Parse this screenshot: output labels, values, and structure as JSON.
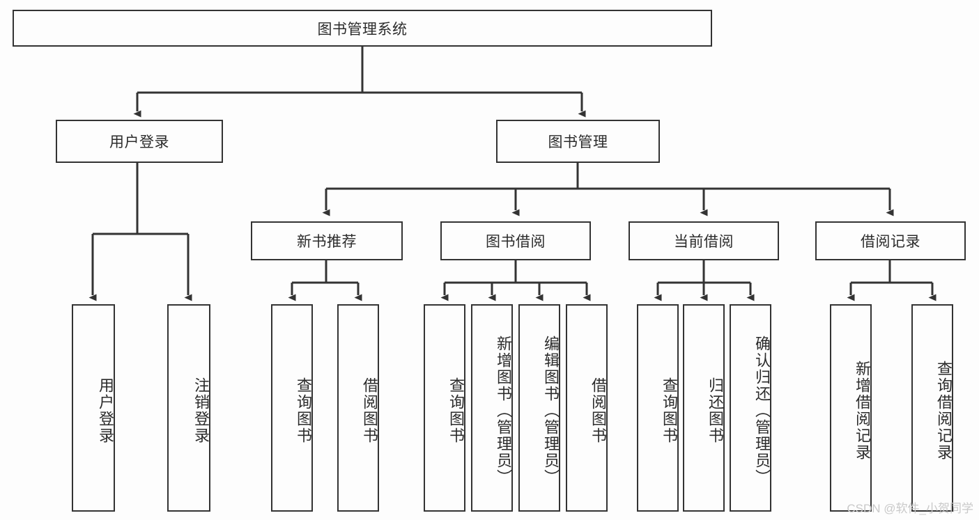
{
  "diagram": {
    "title_node": {
      "label": "图书管理系统"
    },
    "level2": [
      {
        "id": "user-login",
        "label": "用户登录"
      },
      {
        "id": "book-management",
        "label": "图书管理"
      }
    ],
    "level3": [
      {
        "id": "new-book-recommend",
        "label": "新书推荐"
      },
      {
        "id": "book-borrow",
        "label": "图书借阅"
      },
      {
        "id": "current-borrow",
        "label": "当前借阅"
      },
      {
        "id": "borrow-record",
        "label": "借阅记录"
      }
    ],
    "leaves": {
      "user_login": [
        {
          "id": "leaf-user-login",
          "label": "用户登录"
        },
        {
          "id": "leaf-logout",
          "label": "注销登录"
        }
      ],
      "new_book_recommend": [
        {
          "id": "leaf-query-book-1",
          "label": "查询图书"
        },
        {
          "id": "leaf-borrow-book-1",
          "label": "借阅图书"
        }
      ],
      "book_borrow": [
        {
          "id": "leaf-query-book-2",
          "label": "查询图书"
        },
        {
          "id": "leaf-add-book",
          "label": "新增图书（管理员）"
        },
        {
          "id": "leaf-edit-book",
          "label": "编辑图书（管理员）"
        },
        {
          "id": "leaf-borrow-book-2",
          "label": "借阅图书"
        }
      ],
      "current_borrow": [
        {
          "id": "leaf-query-book-3",
          "label": "查询图书"
        },
        {
          "id": "leaf-return-book",
          "label": "归还图书"
        },
        {
          "id": "leaf-confirm-return",
          "label": "确认归还（管理员）"
        }
      ],
      "borrow_record": [
        {
          "id": "leaf-add-record",
          "label": "新增借阅记录"
        },
        {
          "id": "leaf-query-record",
          "label": "查询借阅记录"
        }
      ]
    }
  },
  "watermark": {
    "text": "CSDN @软件_小贺同学"
  },
  "colors": {
    "line": "#333333",
    "box_fill": "#fdfdfd",
    "text": "#2b2b2b",
    "watermark": "#c9c9c9",
    "background": "#fdfdfd"
  }
}
